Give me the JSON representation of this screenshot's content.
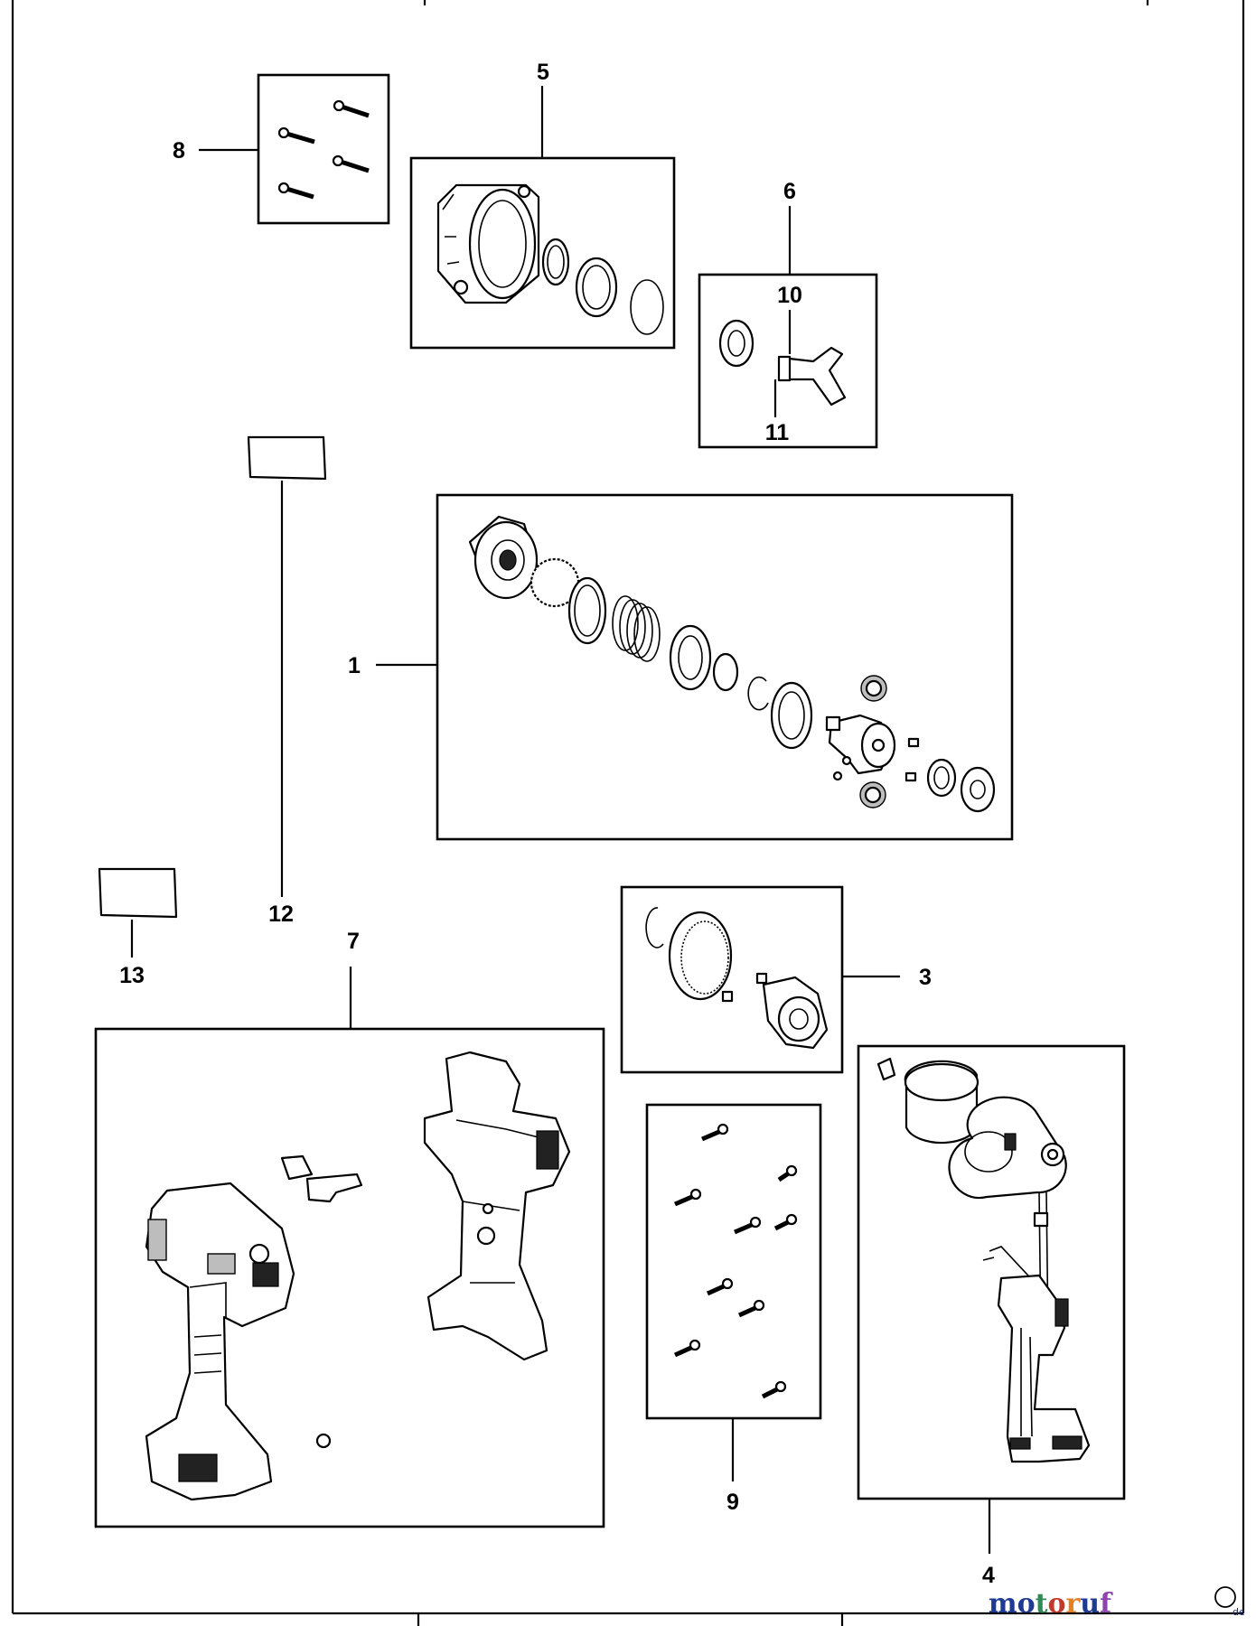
{
  "diagram": {
    "callouts": {
      "c1": "1",
      "c3": "3",
      "c4": "4",
      "c5": "5",
      "c6": "6",
      "c7": "7",
      "c8": "8",
      "c9": "9",
      "c10": "10",
      "c11": "11",
      "c12": "12",
      "c13": "13"
    },
    "colors": {
      "line": "#000000",
      "background": "#ffffff"
    }
  },
  "watermark": {
    "letters": [
      "m",
      "o",
      "t",
      "o",
      "r",
      "u",
      "f"
    ],
    "colors": [
      "#1f3a93",
      "#1f3a93",
      "#2e8b57",
      "#c0392b",
      "#e67e22",
      "#1f3a93",
      "#8e44ad"
    ],
    "suffix": "de"
  }
}
